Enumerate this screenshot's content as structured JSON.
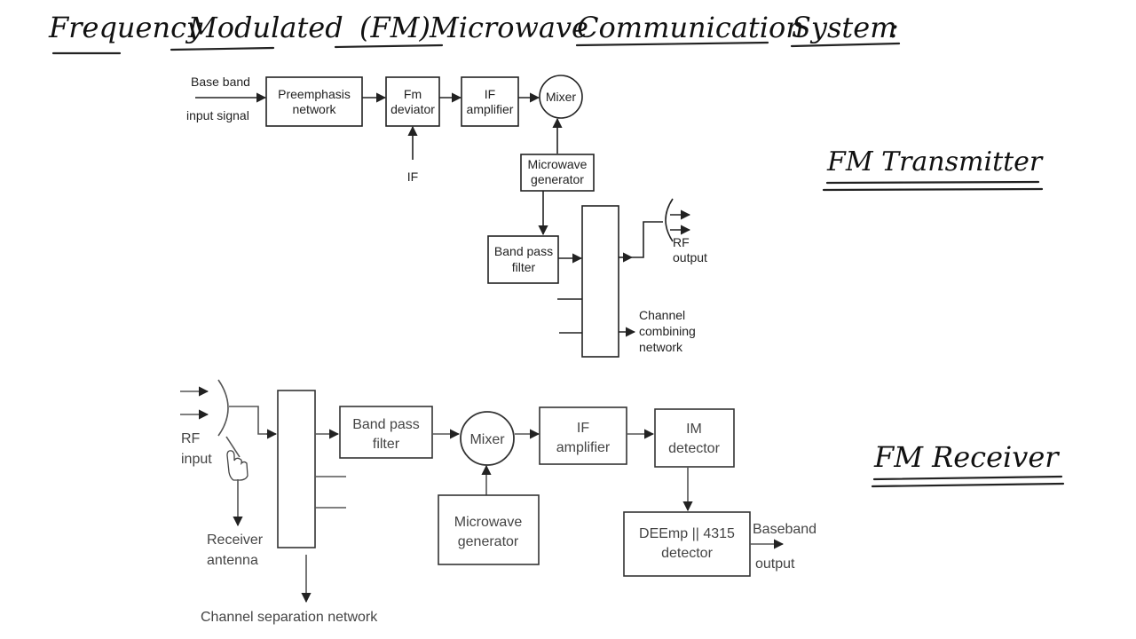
{
  "title": {
    "words": [
      "Frequency",
      "Modulated",
      "(FM)",
      "Microwave",
      "Communication",
      "System",
      ":"
    ]
  },
  "transmitter": {
    "heading": "FM Transmitter",
    "input_label_1": "Base band",
    "input_label_2": "input signal",
    "blocks": {
      "preemphasis": [
        "Preemphasis",
        "network"
      ],
      "fm_deviator": [
        "Fm",
        "deviator"
      ],
      "if_amplifier": [
        "IF",
        "amplifier"
      ],
      "mixer": [
        "Mixer"
      ],
      "microwave_generator": [
        "Microwave",
        "generator"
      ],
      "band_pass_filter": [
        "Band pass",
        "filter"
      ]
    },
    "if_label": "IF",
    "rf_output": [
      "RF",
      "output"
    ],
    "combining_network": [
      "Channel",
      "combining",
      "network"
    ]
  },
  "receiver": {
    "heading": "FM Receiver",
    "rf_input": [
      "RF",
      "input"
    ],
    "receiver_antenna": [
      "Receiver",
      "antenna"
    ],
    "channel_separation": "Channel separation network",
    "blocks": {
      "band_pass_filter": [
        "Band pass",
        "filter"
      ],
      "mixer": [
        "Mixer"
      ],
      "if_amplifier": [
        "IF",
        "amplifier"
      ],
      "im_detector": [
        "IM",
        "detector"
      ],
      "microwave_generator": [
        "Microwave",
        "generator"
      ],
      "deemp_detector": [
        "DEEmp || 4315",
        "detector"
      ]
    },
    "baseband_output": [
      "Baseband",
      "output"
    ]
  }
}
